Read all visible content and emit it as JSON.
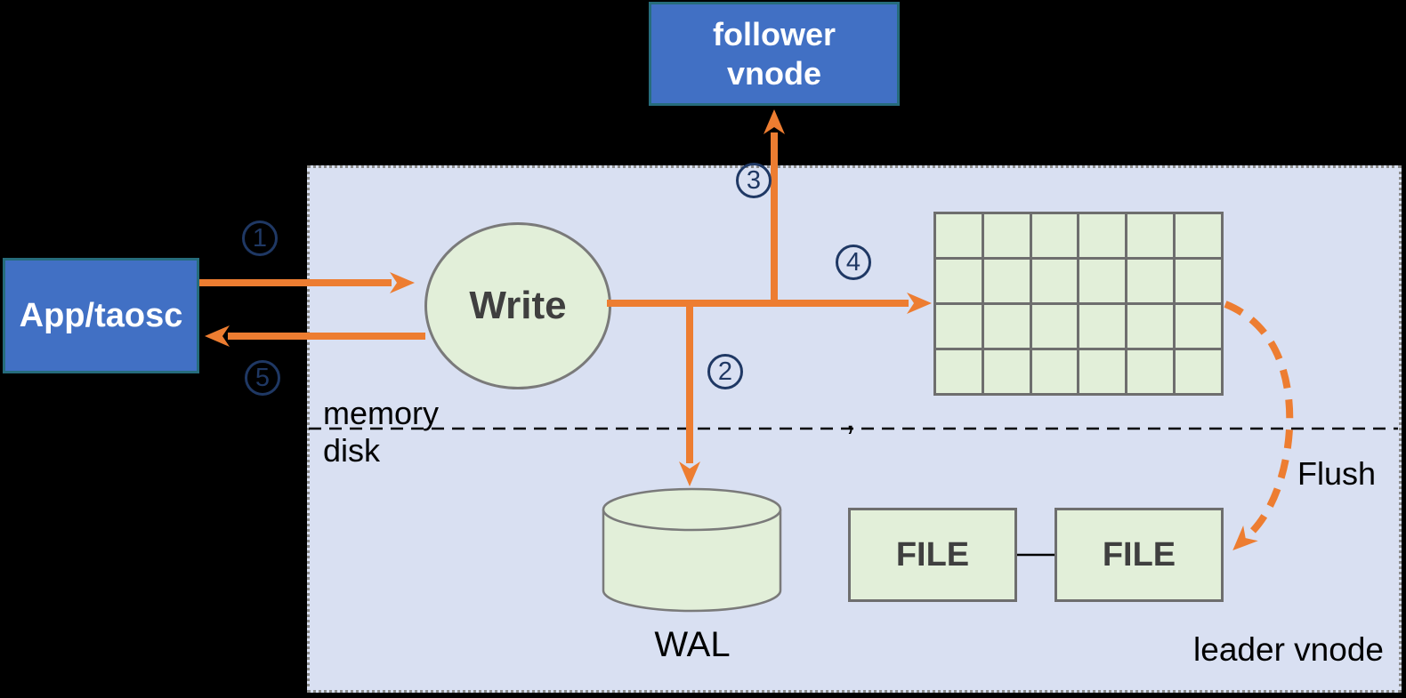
{
  "colors": {
    "background": "#000000",
    "container_fill": "#D9E0F2",
    "container_border": "#8C8C8C",
    "node_blue_fill": "#4170C4",
    "node_blue_border": "#266C7C",
    "node_green_fill": "#E2EFD9",
    "node_green_border": "#7A7A7A",
    "grid_line": "#6E6E6E",
    "arrow_orange": "#ED7D31",
    "step_navy": "#1F3864",
    "dark_text": "#3F3F3F",
    "label_text": "#000000",
    "node_text": "#FFFFFF"
  },
  "nodes": {
    "follower_vnode": {
      "label": "follower\nvnode"
    },
    "app_taosc": {
      "label": "App/taosc"
    },
    "write": {
      "label": "Write"
    },
    "wal": {
      "label": "WAL"
    },
    "file_left": {
      "label": "FILE"
    },
    "file_right": {
      "label": "FILE"
    }
  },
  "labels": {
    "memory": "memory",
    "disk": "disk",
    "flush": "Flush",
    "leader_vnode": "leader vnode",
    "stray_mark": ","
  },
  "steps": [
    "1",
    "2",
    "3",
    "4",
    "5"
  ],
  "memtable": {
    "rows": 4,
    "cols": 6
  }
}
